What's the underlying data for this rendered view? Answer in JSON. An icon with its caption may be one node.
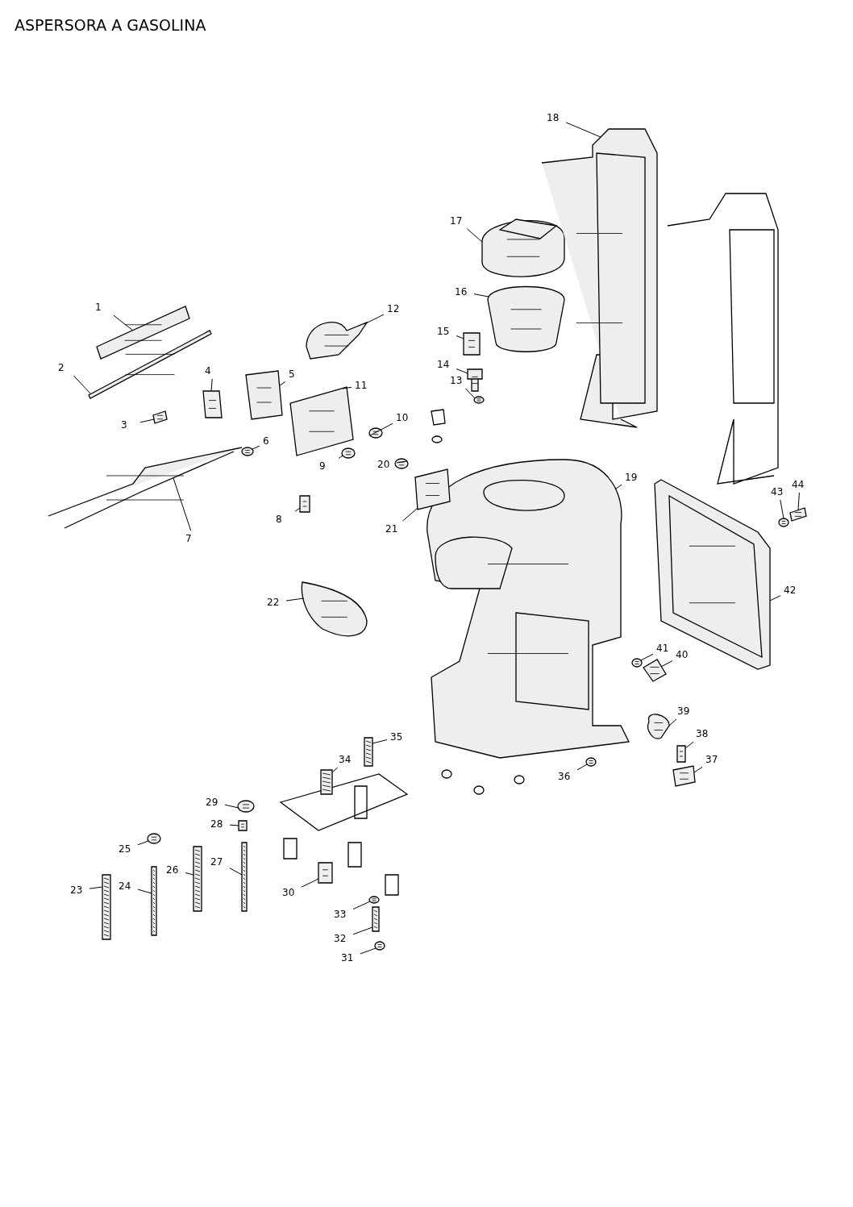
{
  "diagram": {
    "title": "ASPERSORA A GASOLINA",
    "nodes": [
      {
        "text": [
          "1"
        ]
      },
      {
        "text": [
          "2"
        ]
      },
      {
        "text": [
          "3"
        ]
      },
      {
        "text": [
          "4"
        ]
      },
      {
        "text": [
          "5"
        ]
      },
      {
        "text": [
          "6"
        ]
      },
      {
        "text": [
          "7"
        ]
      },
      {
        "text": [
          "8"
        ]
      },
      {
        "text": [
          "9"
        ]
      },
      {
        "text": [
          "10"
        ]
      },
      {
        "text": [
          "11"
        ]
      },
      {
        "text": [
          "12"
        ]
      },
      {
        "text": [
          "13"
        ]
      },
      {
        "text": [
          "14"
        ]
      },
      {
        "text": [
          "15"
        ]
      },
      {
        "text": [
          "16"
        ]
      },
      {
        "text": [
          "17"
        ]
      },
      {
        "text": [
          "18"
        ]
      },
      {
        "text": [
          "19"
        ]
      },
      {
        "text": [
          "20"
        ]
      },
      {
        "text": [
          "21"
        ]
      },
      {
        "text": [
          "22"
        ]
      },
      {
        "text": [
          "23"
        ]
      },
      {
        "text": [
          "24"
        ]
      },
      {
        "text": [
          "25"
        ]
      },
      {
        "text": [
          "26"
        ]
      },
      {
        "text": [
          "27"
        ]
      },
      {
        "text": [
          "28"
        ]
      },
      {
        "text": [
          "29"
        ]
      },
      {
        "text": [
          "30"
        ]
      },
      {
        "text": [
          "31"
        ]
      },
      {
        "text": [
          "32"
        ]
      },
      {
        "text": [
          "33"
        ]
      },
      {
        "text": [
          "34"
        ]
      },
      {
        "text": [
          "35"
        ]
      },
      {
        "text": [
          "36"
        ]
      },
      {
        "text": [
          "37"
        ]
      },
      {
        "text": [
          "38"
        ]
      },
      {
        "text": [
          "39"
        ]
      },
      {
        "text": [
          "40"
        ]
      },
      {
        "text": [
          "41"
        ]
      },
      {
        "text": [
          "42"
        ]
      },
      {
        "text": [
          "43"
        ]
      },
      {
        "text": [
          "44"
        ]
      },
      {
        "text": [],
        "shape": "picture"
      },
      {
        "text": [],
        "shape": "picture"
      },
      {
        "text": [],
        "shape": "picture"
      },
      {
        "text": [],
        "shape": "picture"
      },
      {
        "text": [],
        "shape": "picture"
      },
      {
        "text": [],
        "shape": "picture"
      },
      {
        "text": [],
        "shape": "picture"
      },
      {
        "text": [],
        "shape": "picture"
      },
      {
        "text": [],
        "shape": "picture"
      },
      {
        "text": [],
        "shape": "picture"
      },
      {
        "text": [],
        "shape": "picture"
      },
      {
        "text": [],
        "shape": "picture"
      },
      {
        "text": [],
        "shape": "picture"
      },
      {
        "text": [],
        "shape": "picture"
      },
      {
        "text": [],
        "shape": "picture"
      },
      {
        "text": [],
        "shape": "picture"
      },
      {
        "text": [],
        "shape": "picture"
      },
      {
        "text": [],
        "shape": "picture"
      },
      {
        "text": [],
        "shape": "picture"
      },
      {
        "text": [],
        "shape": "picture"
      },
      {
        "text": [],
        "shape": "picture"
      },
      {
        "text": [],
        "shape": "picture"
      },
      {
        "text": [],
        "shape": "picture"
      },
      {
        "text": [],
        "shape": "picture"
      },
      {
        "text": [],
        "shape": "picture"
      },
      {
        "text": [],
        "shape": "picture"
      },
      {
        "text": [],
        "shape": "picture"
      },
      {
        "text": [],
        "shape": "picture"
      },
      {
        "text": [],
        "shape": "picture"
      },
      {
        "text": [],
        "shape": "picture"
      },
      {
        "text": [],
        "shape": "picture"
      },
      {
        "text": [],
        "shape": "picture"
      },
      {
        "text": [],
        "shape": "picture"
      },
      {
        "text": [],
        "shape": "picture"
      },
      {
        "text": [],
        "shape": "picture"
      },
      {
        "text": [],
        "shape": "picture"
      },
      {
        "text": [],
        "shape": "picture"
      },
      {
        "text": [],
        "shape": "picture"
      },
      {
        "text": [],
        "shape": "picture"
      },
      {
        "text": [],
        "shape": "picture"
      },
      {
        "text": [],
        "shape": "picture"
      },
      {
        "text": [],
        "shape": "picture"
      },
      {
        "text": [],
        "shape": "picture"
      },
      {
        "text": [],
        "shape": "picture"
      }
    ],
    "edges": [
      {
        "from": 0,
        "to": 44,
        "arrow": "none"
      },
      {
        "from": 1,
        "to": 45,
        "arrow": "none"
      },
      {
        "from": 2,
        "to": 46,
        "arrow": "none"
      },
      {
        "from": 3,
        "to": 47,
        "arrow": "none"
      },
      {
        "from": 4,
        "to": 48,
        "arrow": "none"
      },
      {
        "from": 5,
        "to": 49,
        "arrow": "none"
      },
      {
        "from": 6,
        "to": 50,
        "arrow": "none"
      },
      {
        "from": 7,
        "to": 51,
        "arrow": "none"
      },
      {
        "from": 8,
        "to": 52,
        "arrow": "none"
      },
      {
        "from": 9,
        "to": 53,
        "arrow": "none"
      },
      {
        "from": 10,
        "to": 54,
        "arrow": "none"
      },
      {
        "from": 11,
        "to": 55,
        "arrow": "none"
      },
      {
        "from": 12,
        "to": 56,
        "arrow": "none"
      },
      {
        "from": 13,
        "to": 57,
        "arrow": "none"
      },
      {
        "from": 14,
        "to": 58,
        "arrow": "none"
      },
      {
        "from": 15,
        "to": 59,
        "arrow": "none"
      },
      {
        "from": 16,
        "to": 60,
        "arrow": "none"
      },
      {
        "from": 17,
        "to": 61,
        "arrow": "none"
      },
      {
        "from": 18,
        "to": 62,
        "arrow": "none"
      },
      {
        "from": 19,
        "to": 63,
        "arrow": "none"
      },
      {
        "from": 20,
        "to": 64,
        "arrow": "none"
      },
      {
        "from": 21,
        "to": 65,
        "arrow": "none"
      },
      {
        "from": 22,
        "to": 66,
        "arrow": "none"
      },
      {
        "from": 23,
        "to": 67,
        "arrow": "none"
      },
      {
        "from": 24,
        "to": 68,
        "arrow": "none"
      },
      {
        "from": 25,
        "to": 69,
        "arrow": "none"
      },
      {
        "from": 26,
        "to": 70,
        "arrow": "none"
      },
      {
        "from": 27,
        "to": 71,
        "arrow": "none"
      },
      {
        "from": 28,
        "to": 72,
        "arrow": "none"
      },
      {
        "from": 29,
        "to": 73,
        "arrow": "none"
      },
      {
        "from": 30,
        "to": 74,
        "arrow": "none"
      },
      {
        "from": 31,
        "to": 75,
        "arrow": "none"
      },
      {
        "from": 32,
        "to": 76,
        "arrow": "none"
      },
      {
        "from": 33,
        "to": 77,
        "arrow": "none"
      },
      {
        "from": 34,
        "to": 78,
        "arrow": "none"
      },
      {
        "from": 35,
        "to": 79,
        "arrow": "none"
      },
      {
        "from": 36,
        "to": 80,
        "arrow": "none"
      },
      {
        "from": 37,
        "to": 81,
        "arrow": "none"
      },
      {
        "from": 38,
        "to": 82,
        "arrow": "none"
      },
      {
        "from": 39,
        "to": 83,
        "arrow": "none"
      },
      {
        "from": 40,
        "to": 84,
        "arrow": "none"
      },
      {
        "from": 41,
        "to": 85,
        "arrow": "none"
      },
      {
        "from": 42,
        "to": 86,
        "arrow": "none"
      },
      {
        "from": 43,
        "to": 87,
        "arrow": "none"
      }
    ]
  }
}
